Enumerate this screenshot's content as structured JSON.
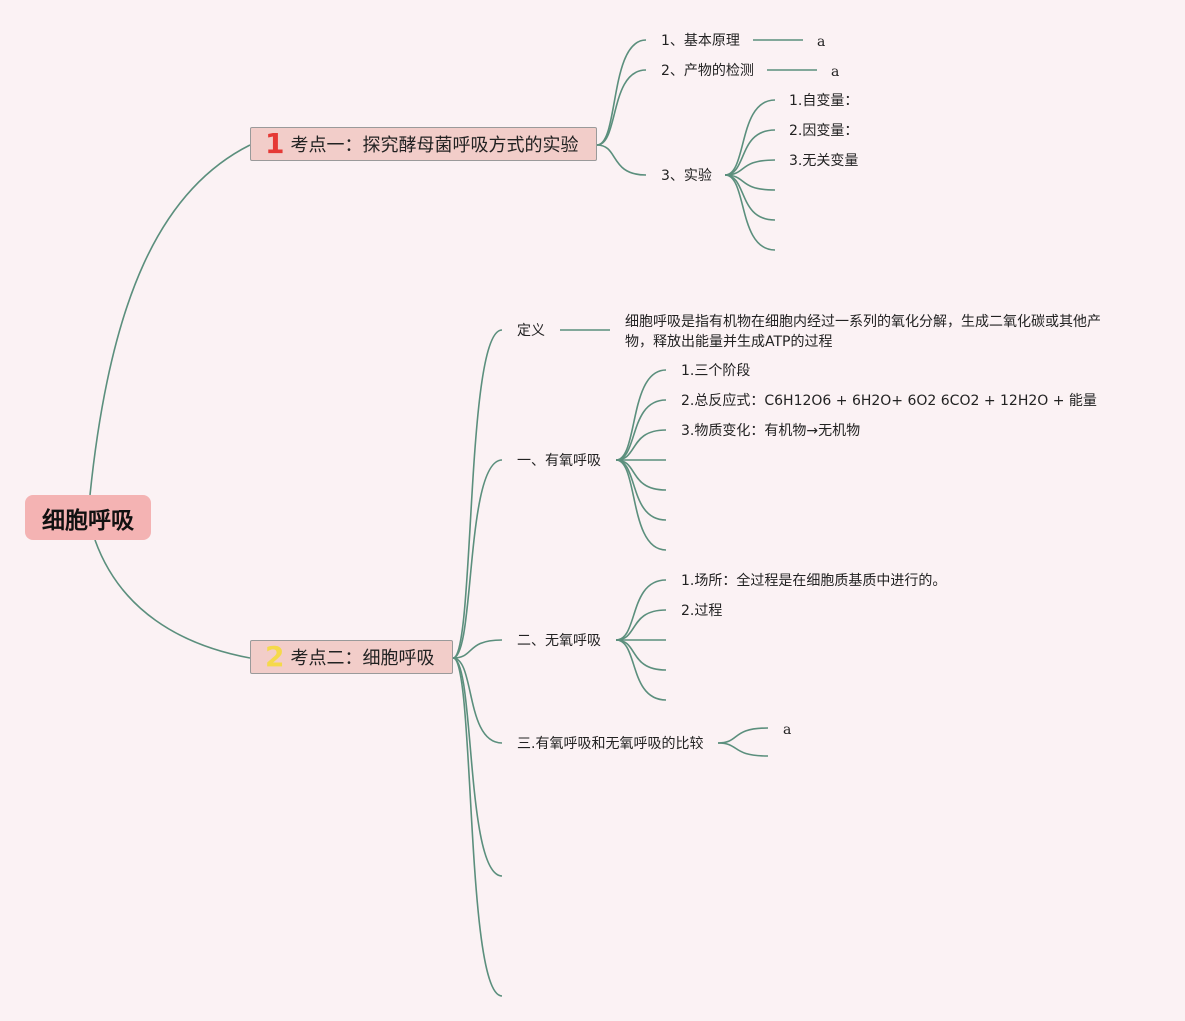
{
  "root": {
    "label": "细胞呼吸"
  },
  "colors": {
    "connector": "#5b8f7d",
    "root_bg": "#f4b3b3",
    "topic_bg": "#f2cdc9",
    "badge1": "#e53935",
    "badge2": "#f5d94a"
  },
  "topic1": {
    "badge": "1",
    "label": "考点一：探究酵母菌呼吸方式的实验",
    "items": [
      {
        "label": "1、基本原理",
        "leaf": "a"
      },
      {
        "label": "2、产物的检测",
        "leaf": "a"
      },
      {
        "label": "3、实验",
        "children": [
          "1.自变量：",
          "2.因变量：",
          "3.无关变量"
        ]
      }
    ]
  },
  "topic2": {
    "badge": "2",
    "label": "考点二：细胞呼吸",
    "definition": {
      "label": "定义",
      "text": "细胞呼吸是指有机物在细胞内经过一系列的氧化分解，生成二氧化碳或其他产物，释放出能量并生成ATP的过程"
    },
    "aerobic": {
      "label": "一、有氧呼吸",
      "children": [
        "1.三个阶段",
        "2.总反应式：C6H12O6 + 6H2O+ 6O2 6CO2 + 12H2O + 能量",
        "3.物质变化：有机物→无机物"
      ]
    },
    "anaerobic": {
      "label": "二、无氧呼吸",
      "children": [
        "1.场所：全过程是在细胞质基质中进行的。",
        "2.过程"
      ]
    },
    "comparison": {
      "label": "三.有氧呼吸和无氧呼吸的比较",
      "leaf": "a"
    }
  }
}
